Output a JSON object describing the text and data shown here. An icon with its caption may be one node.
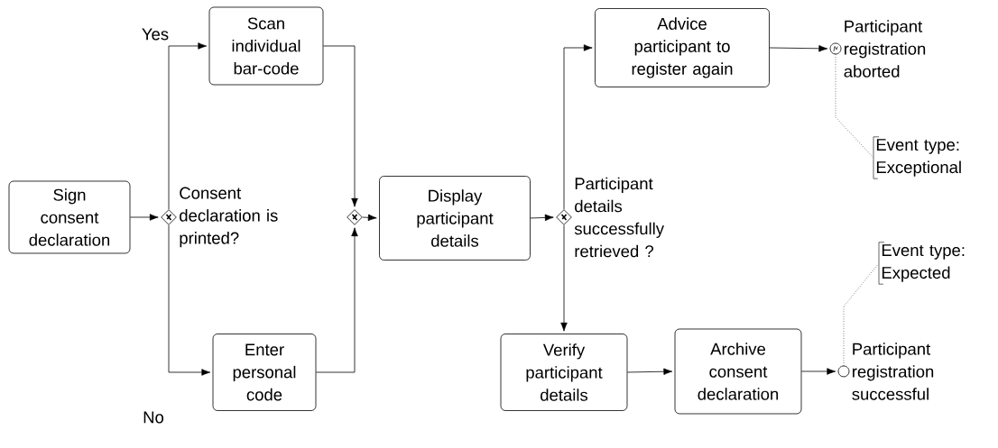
{
  "diagram": {
    "nodes": [
      {
        "text": [
          "Sign consent declaration"
        ]
      },
      {
        "text": [],
        "shape": "diamond",
        "beside": [
          "Consent declaration is printed?"
        ]
      },
      {
        "text": [
          "Scan individual bar-code"
        ]
      },
      {
        "text": [
          "Enter personal code"
        ]
      },
      {
        "text": [],
        "shape": "diamond"
      },
      {
        "text": [
          "Display participant details"
        ]
      },
      {
        "text": [],
        "shape": "diamond",
        "beside": [
          "Participant details successfully retrieved ?"
        ]
      },
      {
        "text": [
          "Advice participant to register again"
        ]
      },
      {
        "text": [],
        "shape": "circle",
        "beside": [
          "Participant registration aborted"
        ]
      },
      {
        "text": [
          "Event type: Exceptional"
        ]
      },
      {
        "text": [
          "Verify participant details"
        ]
      },
      {
        "text": [
          "Archive consent declaration"
        ]
      },
      {
        "text": [],
        "shape": "circle",
        "beside": [
          "Participant registration successful"
        ]
      },
      {
        "text": [
          "Event type: Expected"
        ]
      }
    ],
    "edges": [
      {
        "from": 0,
        "to": 1,
        "arrow": "to"
      },
      {
        "from": 1,
        "to": 2,
        "arrow": "to",
        "label": "Yes"
      },
      {
        "from": 1,
        "to": 3,
        "arrow": "to",
        "label": "No"
      },
      {
        "from": 2,
        "to": 4,
        "arrow": "to"
      },
      {
        "from": 3,
        "to": 4,
        "arrow": "to"
      },
      {
        "from": 4,
        "to": 5,
        "arrow": "to"
      },
      {
        "from": 5,
        "to": 6,
        "arrow": "to"
      },
      {
        "from": 6,
        "to": 7,
        "arrow": "to"
      },
      {
        "from": 6,
        "to": 10,
        "arrow": "to"
      },
      {
        "from": 7,
        "to": 8,
        "arrow": "to"
      },
      {
        "from": 10,
        "to": 11,
        "arrow": "to"
      },
      {
        "from": 11,
        "to": 12,
        "arrow": "to"
      },
      {
        "from": 8,
        "to": 9,
        "arrow": "none",
        "style": "dashed"
      },
      {
        "from": 12,
        "to": 13,
        "arrow": "none",
        "style": "dashed"
      }
    ]
  }
}
